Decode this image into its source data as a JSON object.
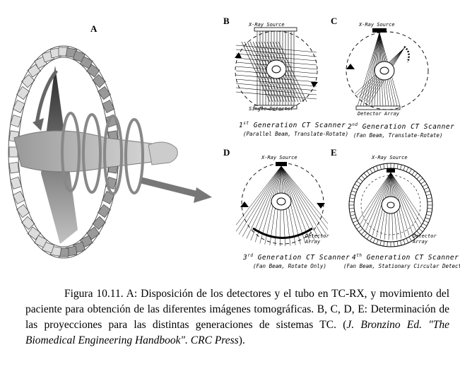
{
  "panels": {
    "A": {
      "label": "A"
    },
    "B": {
      "label": "B",
      "source": "X-Ray Source",
      "detector": "Single Detector",
      "gen_num": "1",
      "gen_sup": "st",
      "gen_rest": " Generation  CT  Scanner",
      "sub": "(Parallel Beam, Translate-Rotate)"
    },
    "C": {
      "label": "C",
      "source": "X-Ray Source",
      "detector": "Detector Array",
      "gen_num": "2",
      "gen_sup": "nd",
      "gen_rest": " Generation  CT  Scanner",
      "sub": "(Fan Beam, Translate-Rotate)"
    },
    "D": {
      "label": "D",
      "source": "X-Ray Source",
      "detector1": "Detector",
      "detector2": "Array",
      "gen_num": "3",
      "gen_sup": "rd",
      "gen_rest": " Generation  CT  Scanner",
      "sub": "(Fan Beam, Rotate Only)"
    },
    "E": {
      "label": "E",
      "source": "X-Ray Source",
      "detector1": "Detector",
      "detector2": "Array",
      "gen_num": "4",
      "gen_sup": "th",
      "gen_rest": " Generation  CT  Scanner",
      "sub": "(Fan Beam, Stationary Circular Detector)"
    }
  },
  "caption": {
    "prefix": "Figura 10.11. A: Disposición de los detectores y el tubo en TC-RX, y movimiento del paciente para obtención de las diferentes imágenes tomográficas. B, C, D, E: Determinación de las proyecciones para las distintas generaciones de sistemas TC. (",
    "italic": "J. Bronzino Ed. \"The Biomedical Engineering Handbook\". CRC Press",
    "suffix": ")."
  }
}
